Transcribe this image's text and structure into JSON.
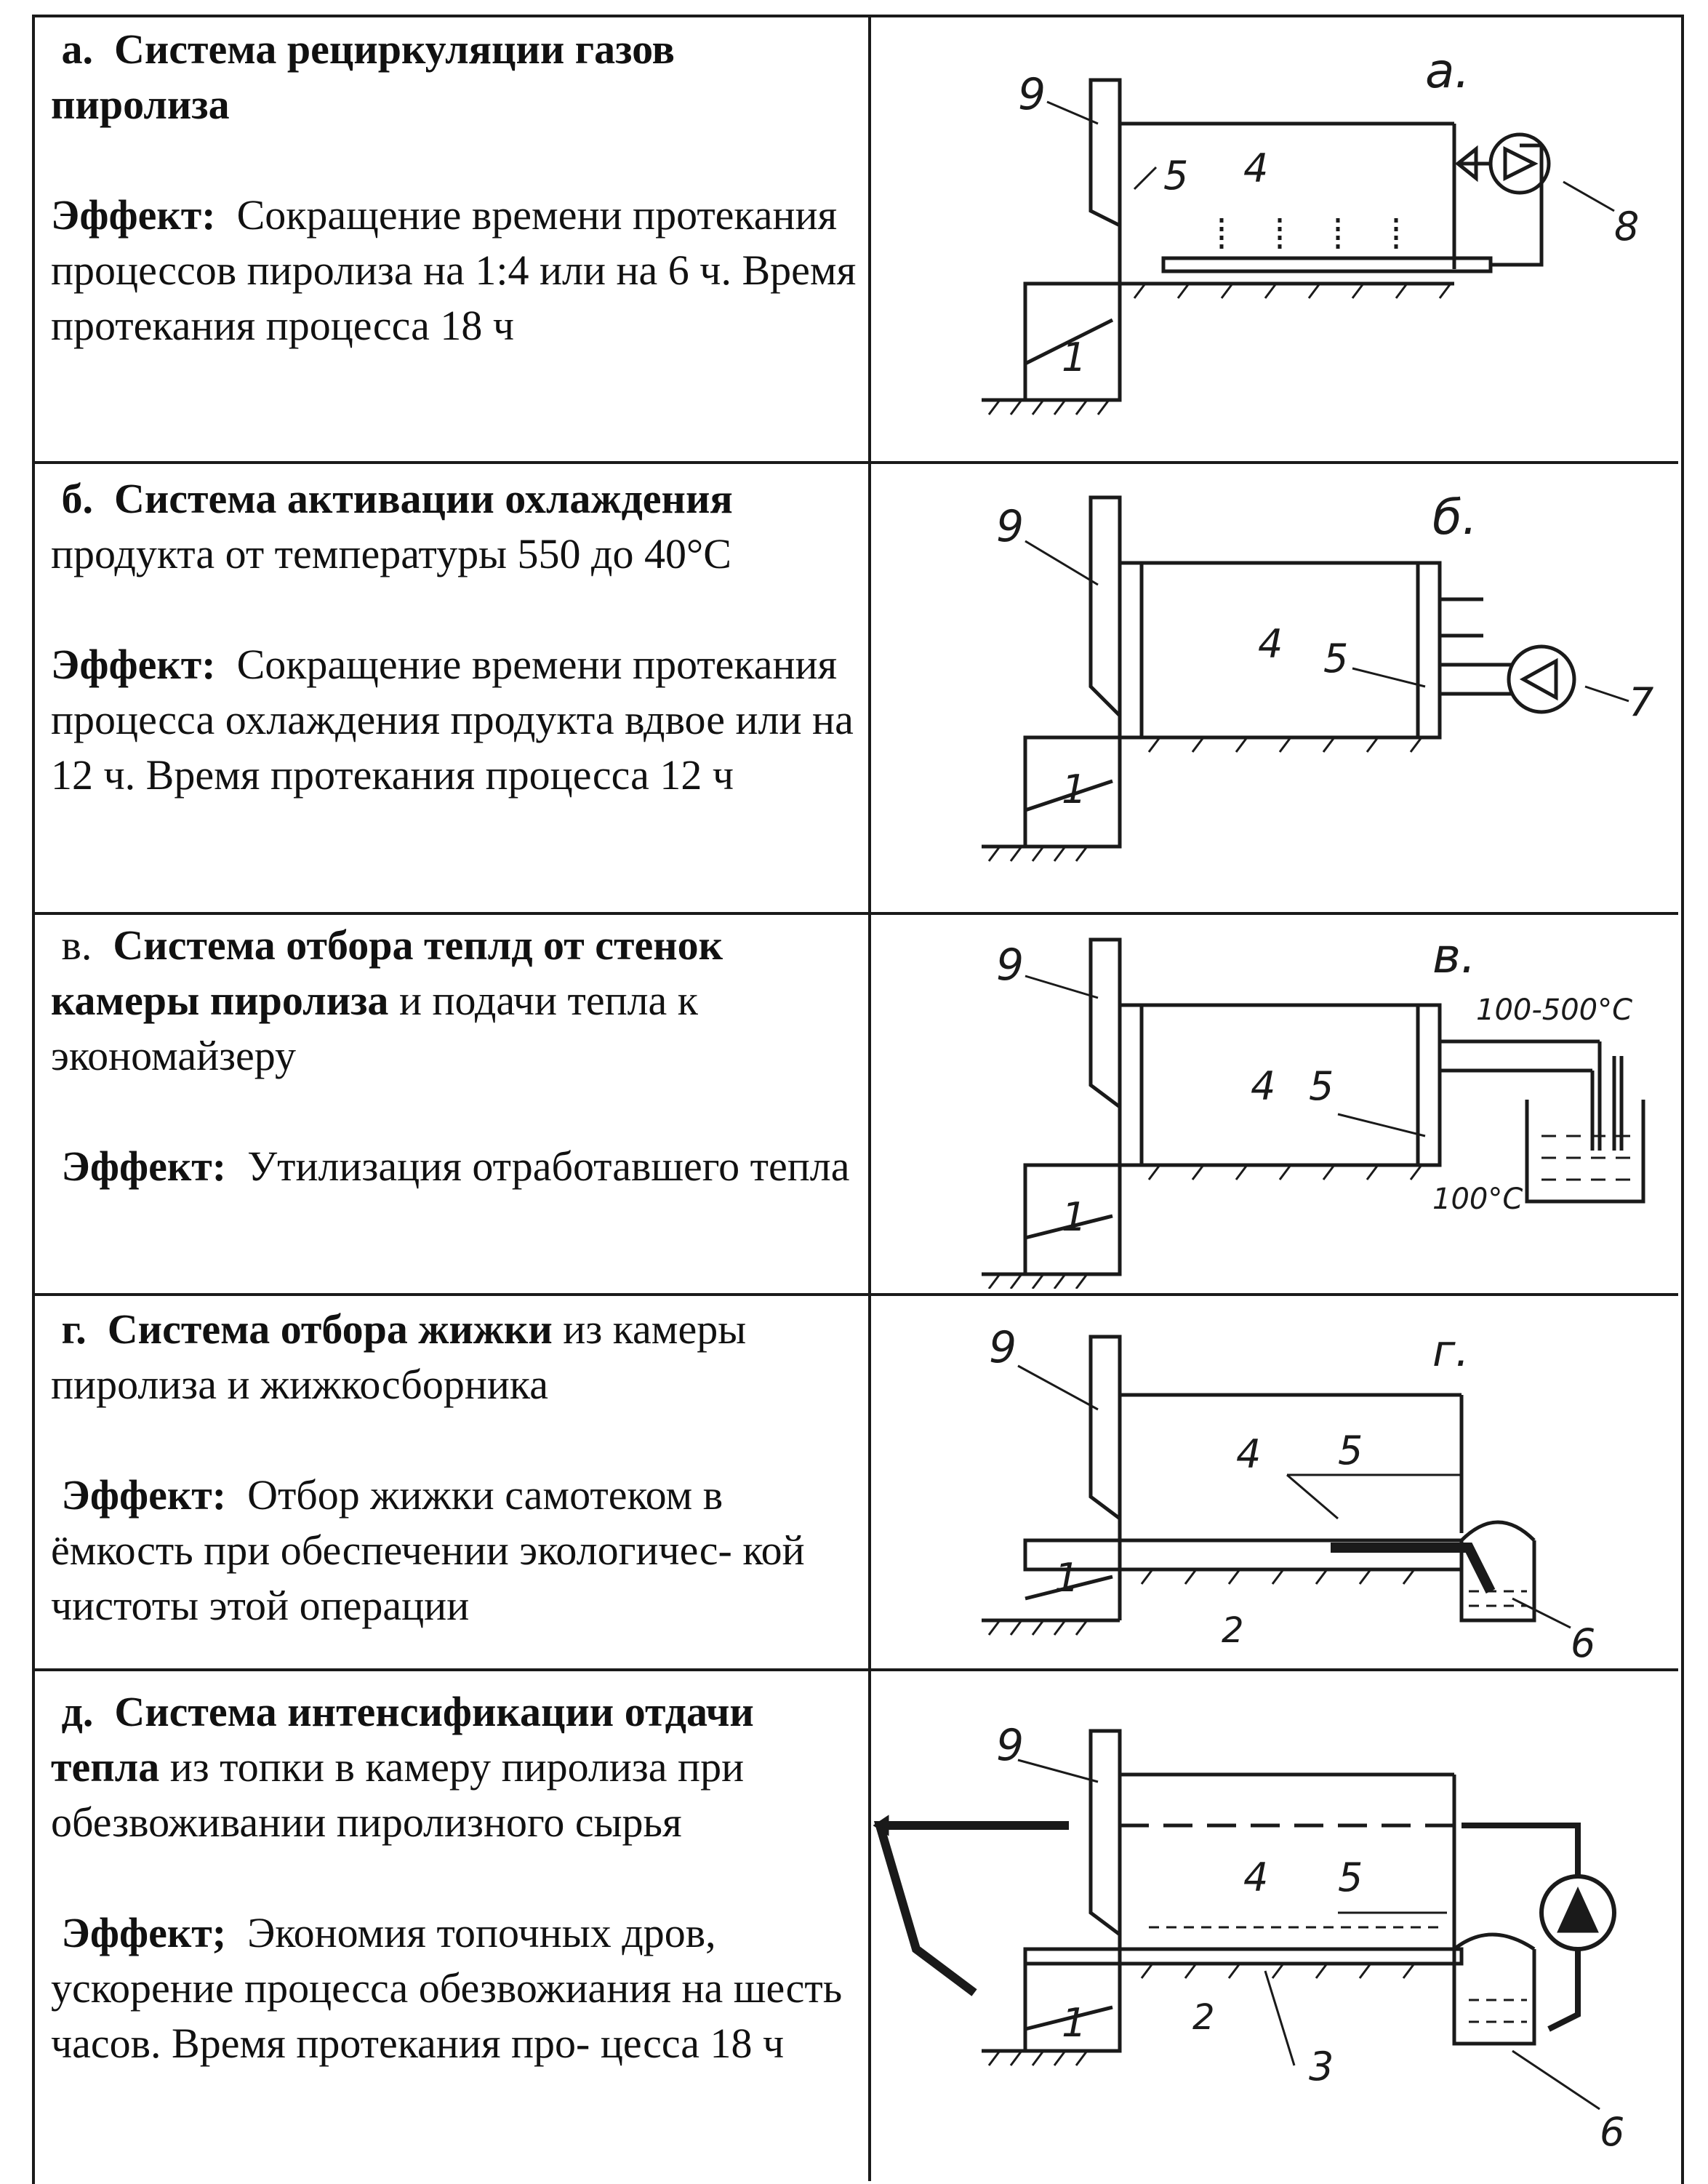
{
  "rows": [
    {
      "letter": "а.",
      "title_bold": "Система рециркуляции газов пиролиза",
      "title_rest": "",
      "effect_label": "Эффект:",
      "effect_text": "Сокращение времени протекания процессов пиролиза на 1:4 или на 6 ч. Время протекания процесса 18 ч",
      "fig_letter": "а.",
      "labels": [
        "9",
        "5",
        "4",
        "8",
        "1"
      ]
    },
    {
      "letter": "б.",
      "title_bold": "Система активации охлаждения",
      "title_rest": "продукта от температуры 550 до 40°С",
      "effect_label": "Эффект:",
      "effect_text": "Сокращение времени протекания процесса охлаждения продукта вдвое или на 12 ч. Время протекания процесса 12 ч",
      "fig_letter": "б.",
      "labels": [
        "9",
        "4",
        "5",
        "7",
        "1"
      ]
    },
    {
      "letter": "в.",
      "title_bold": "Система отбора теплд от стенок камеры пиролиза",
      "title_rest": "и подачи тепла к экономайзеру",
      "effect_label": "Эффект:",
      "effect_text": "Утилизация отработавшего тепла",
      "fig_letter": "в.",
      "temp_top": "100-500°С",
      "temp_bottom": "100°С",
      "labels": [
        "9",
        "4",
        "5",
        "1"
      ]
    },
    {
      "letter": "г.",
      "title_bold": "Система отбора жижки",
      "title_rest": "из камеры пиролиза и жижкосборника",
      "effect_label": "Эффект:",
      "effect_text": "Отбор жижки самотеком в ёмкость при обеспечении экологичес- кой чистоты этой операции",
      "fig_letter": "г.",
      "labels": [
        "9",
        "4",
        "5",
        "1",
        "2",
        "6"
      ]
    },
    {
      "letter": "д.",
      "title_bold": "Система интенсификации отдачи тепла",
      "title_rest": "из топки в камеру пиролиза при обезвоживании пиролизного сырья",
      "effect_label": "Эффект;",
      "effect_text": "Экономия топочных дров, ускорение процесса обезвожиания на шесть часов. Время протекания про- цесса 18 ч",
      "labels": [
        "9",
        "4",
        "5",
        "1",
        "2",
        "3",
        "6"
      ]
    }
  ]
}
